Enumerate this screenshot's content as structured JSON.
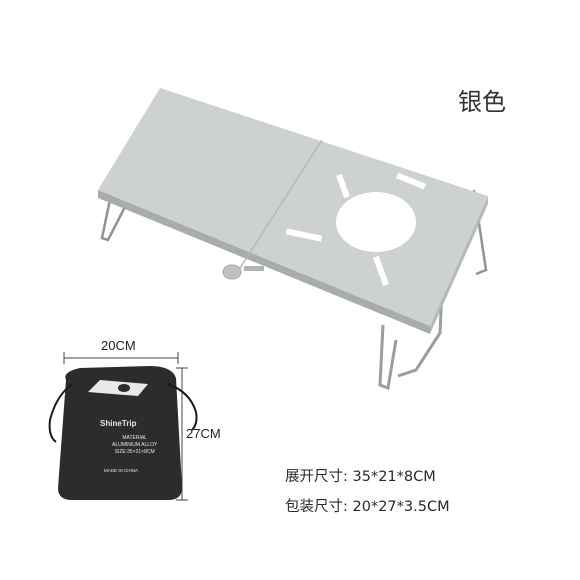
{
  "color_label": "银色",
  "dimensions": {
    "width": "20CM",
    "height": "27CM"
  },
  "specs": {
    "unfolded": "展开尺寸: 35*21*8CM",
    "packed": "包装尺寸: 20*27*3.5CM"
  },
  "pouch": {
    "brand": "ShineTrip",
    "material_line1": "MATERIAL",
    "material_line2": "ALUMINIUM ALLOY",
    "size_line": "SIZE:35×21×8CM",
    "made_in": "MADE IN CHINA"
  },
  "colors": {
    "table": "#c9cdcc",
    "pouch": "#2b2c2e",
    "bg": "#ffffff"
  }
}
